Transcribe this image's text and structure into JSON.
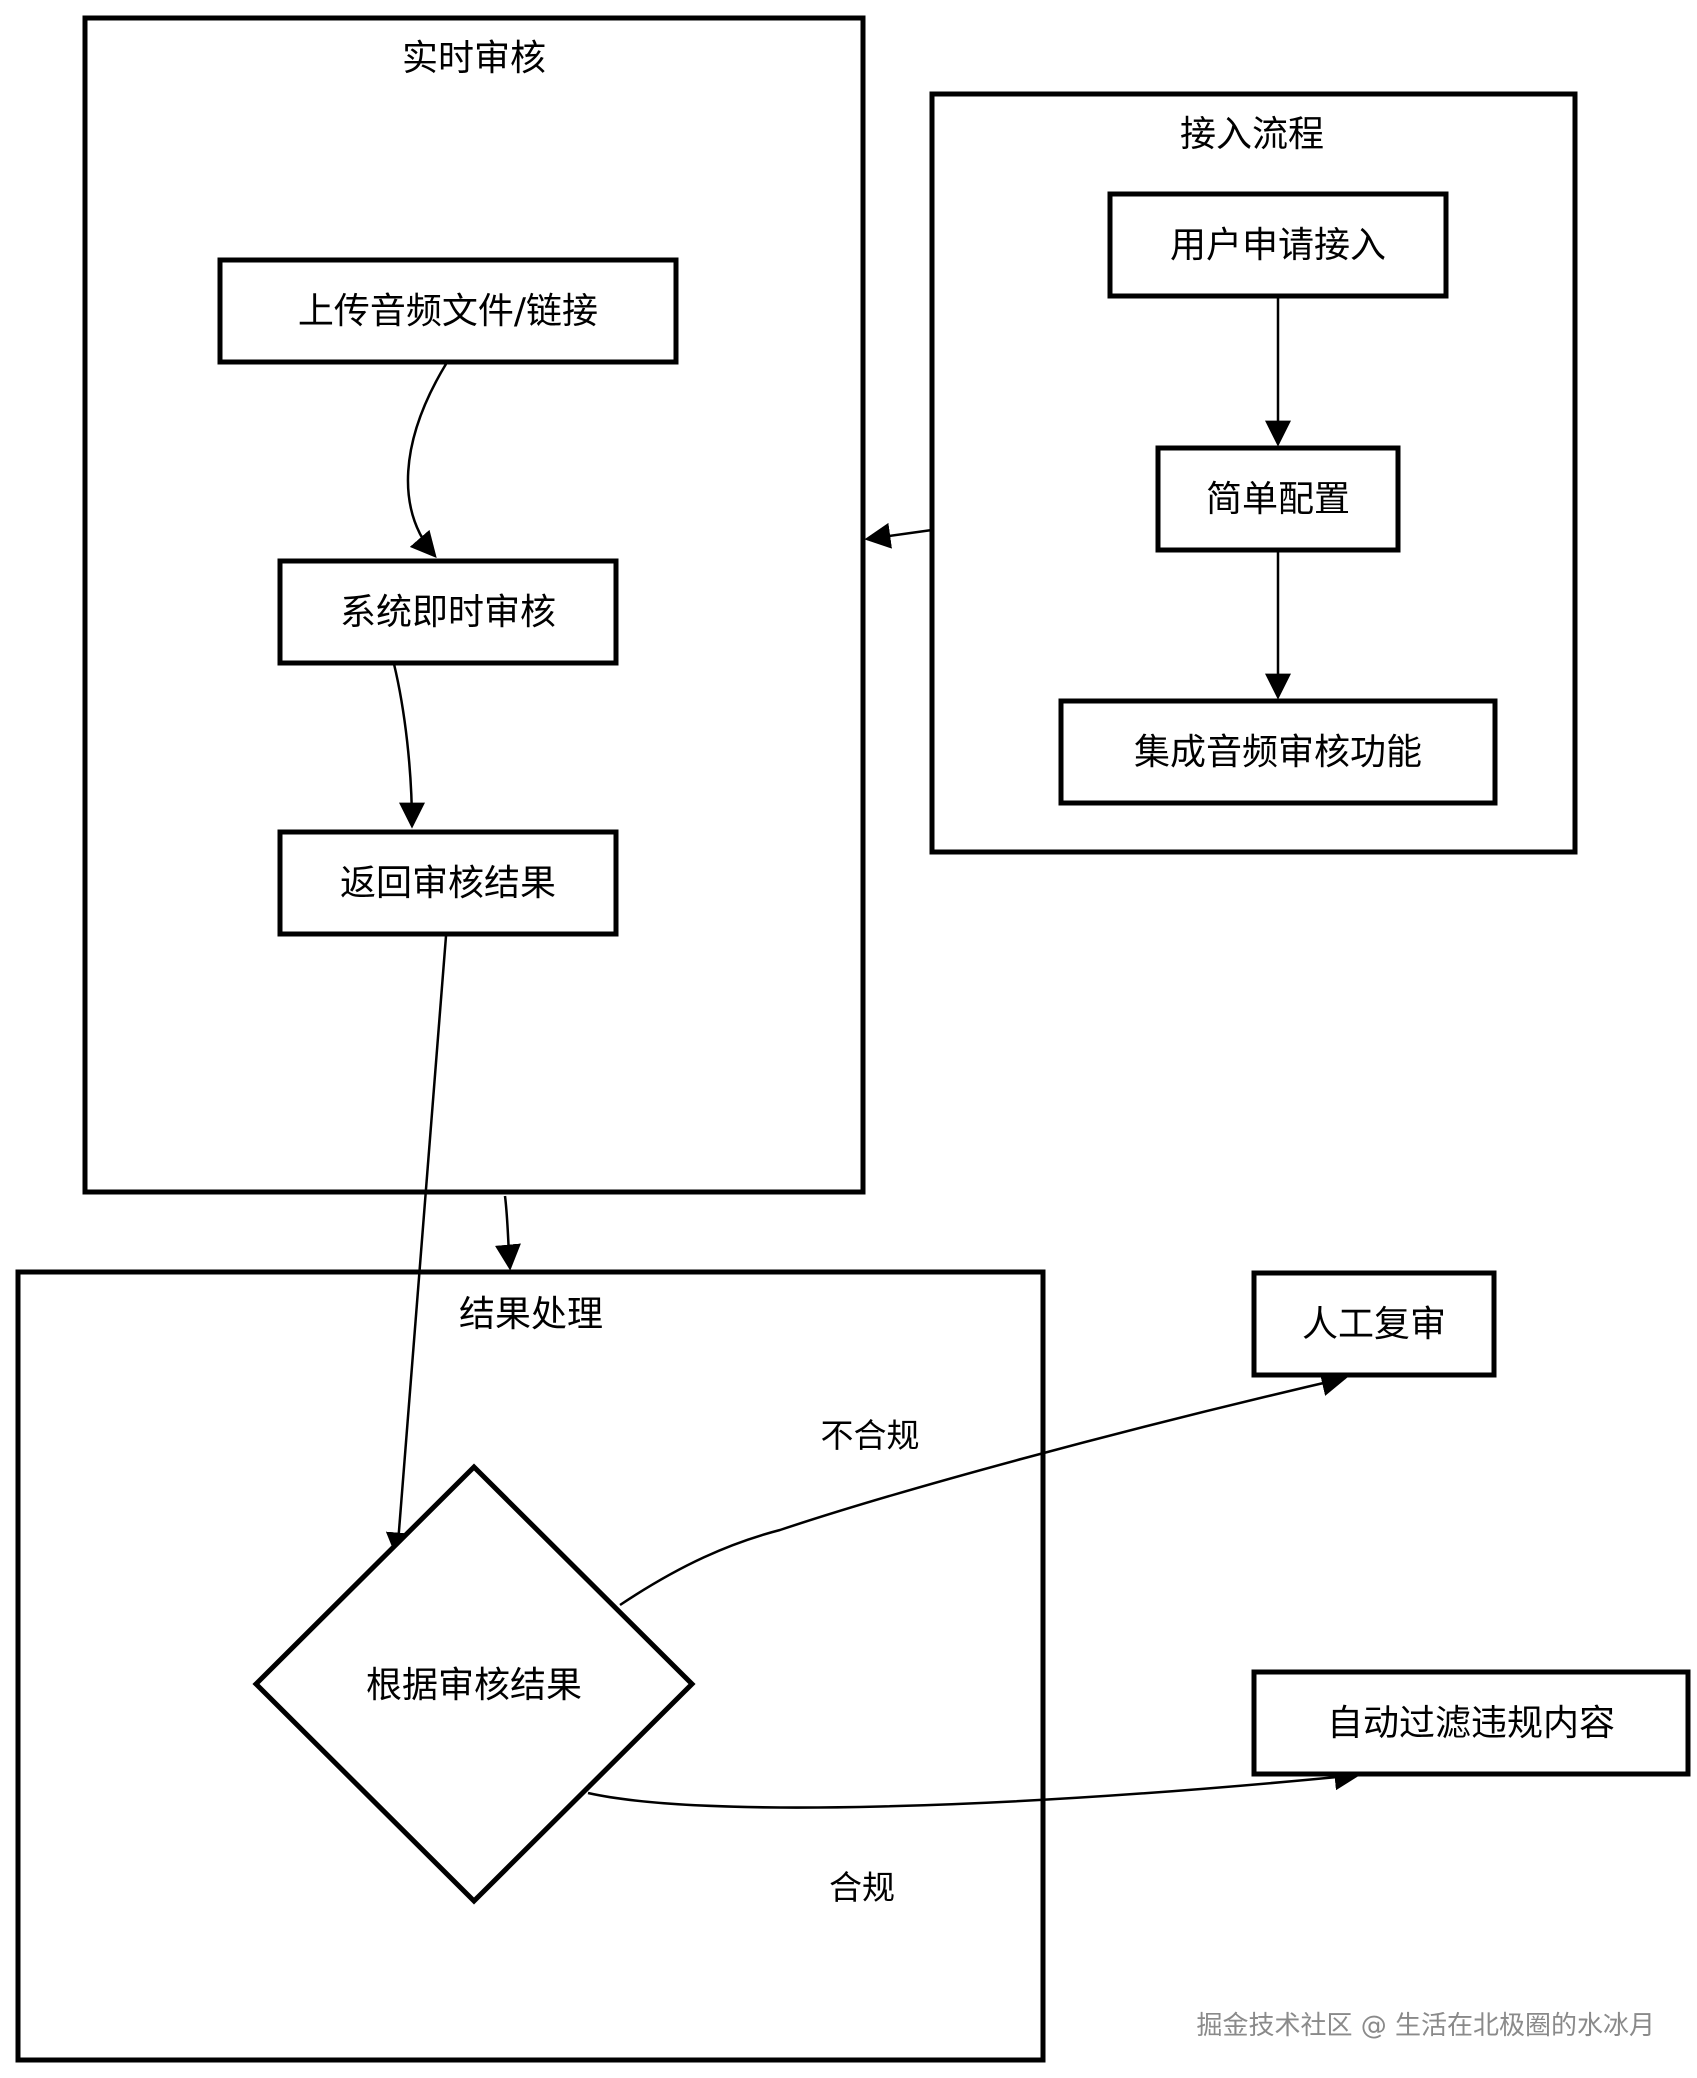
{
  "diagram": {
    "clusters": {
      "realtime": {
        "title": "实时审核"
      },
      "access": {
        "title": "接入流程"
      },
      "result": {
        "title": "结果处理"
      }
    },
    "nodes": {
      "upload": "上传音频文件/链接",
      "instant_review": "系统即时审核",
      "return_result": "返回审核结果",
      "apply": "用户申请接入",
      "config": "简单配置",
      "integrate": "集成音频审核功能",
      "decision": "根据审核结果",
      "manual_review": "人工复审",
      "auto_filter": "自动过滤违规内容"
    },
    "edge_labels": {
      "noncompliant": "不合规",
      "compliant": "合规"
    }
  },
  "watermark": "掘金技术社区 @ 生活在北极圈的水冰月"
}
